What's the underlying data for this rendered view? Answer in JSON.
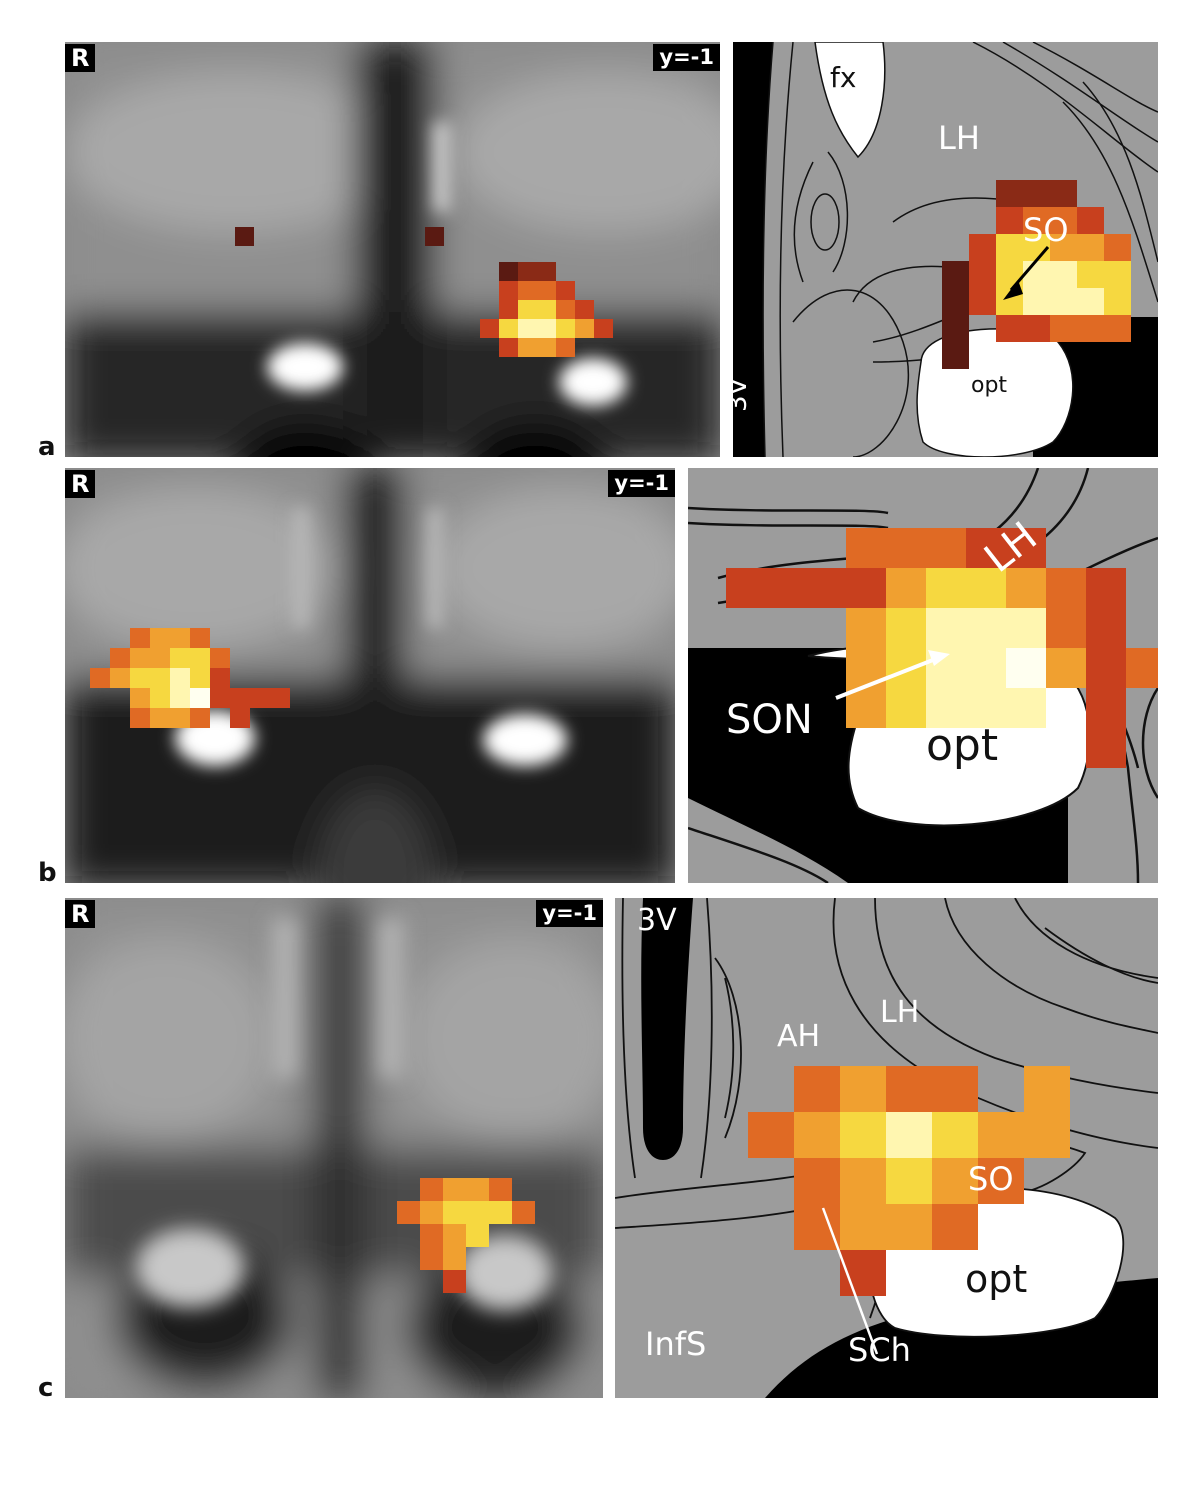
{
  "rows": [
    {
      "letter": "a",
      "mri": {
        "orient": "R",
        "coord": "y=-1"
      },
      "atlas": {
        "labels": [
          "fx",
          "LH",
          "SO",
          "opt",
          "3V"
        ]
      }
    },
    {
      "letter": "b",
      "mri": {
        "orient": "R",
        "coord": "y=-1"
      },
      "atlas": {
        "labels": [
          "LH",
          "SON",
          "opt"
        ]
      }
    },
    {
      "letter": "c",
      "mri": {
        "orient": "R",
        "coord": "y=-1"
      },
      "atlas": {
        "labels": [
          "3V",
          "AH",
          "LH",
          "SO",
          "opt",
          "InfS",
          "SCh"
        ]
      }
    }
  ],
  "colors": {
    "activation_scale": [
      "#5a1a12",
      "#8a2a16",
      "#c8401e",
      "#e06a24",
      "#f0a030",
      "#f6d840",
      "#fff6b0",
      "#fffff0"
    ],
    "atlas_gray": "#9c9c9c"
  }
}
